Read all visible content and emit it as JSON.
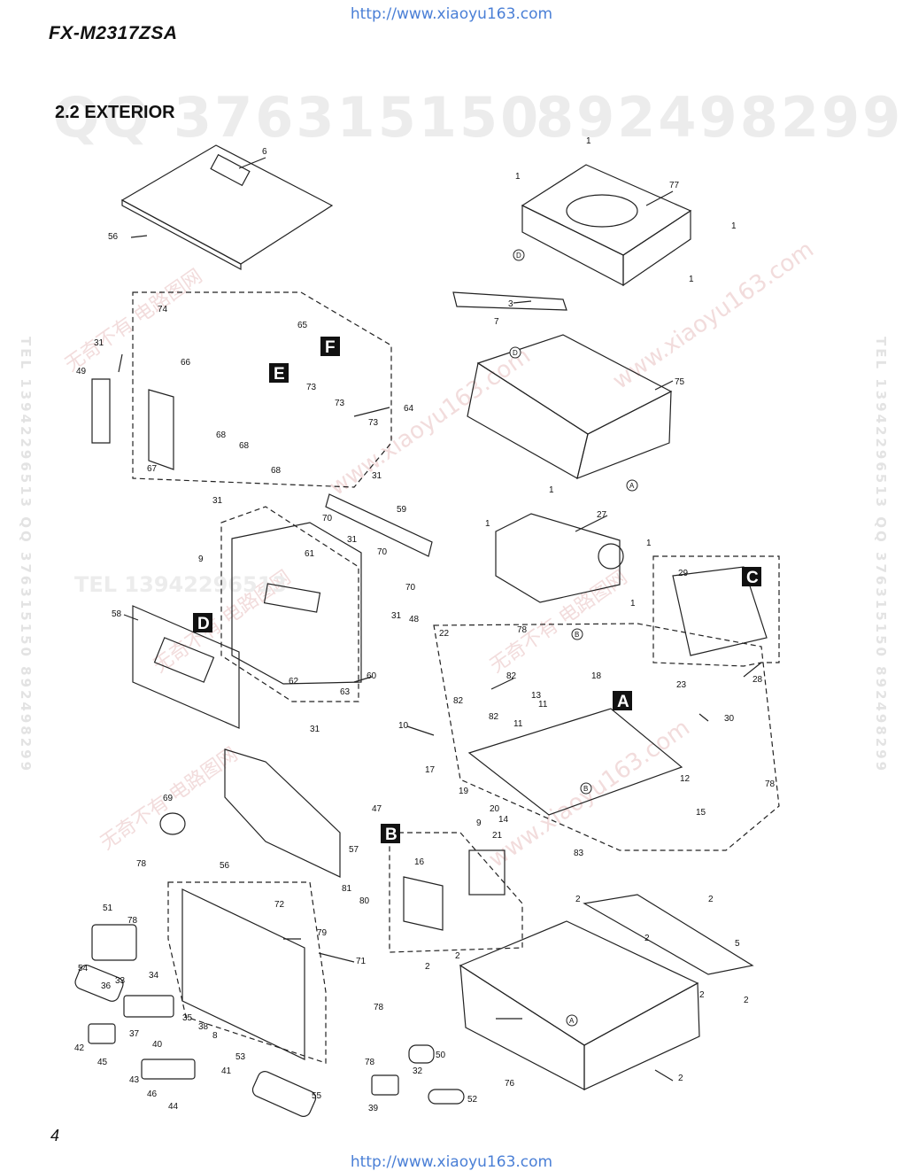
{
  "header": {
    "url_top": "http://www.xiaoyu163.com",
    "url_bottom": "http://www.xiaoyu163.com",
    "model": "FX-M2317ZSA",
    "section_title": "2.2 EXTERIOR",
    "page_number": "4"
  },
  "watermarks": {
    "qq_left": "QQ 376315150",
    "qq_right": "892498299",
    "tel_left": "TEL 13942296513",
    "side_vertical": "TEL 13942296513 QQ 376315150 892498299",
    "site": "www.xiaoyu163.com",
    "cn_tag": "无奇不有 电路图网"
  },
  "diagram": {
    "group_letters": [
      "A",
      "B",
      "C",
      "D",
      "E",
      "F"
    ],
    "circle_refs": [
      "A",
      "B",
      "D"
    ],
    "callouts": [
      "1",
      "2",
      "3",
      "5",
      "6",
      "7",
      "8",
      "9",
      "10",
      "11",
      "12",
      "13",
      "14",
      "15",
      "16",
      "17",
      "18",
      "19",
      "20",
      "21",
      "22",
      "23",
      "27",
      "28",
      "29",
      "30",
      "31",
      "32",
      "33",
      "34",
      "35",
      "36",
      "37",
      "38",
      "39",
      "40",
      "41",
      "42",
      "43",
      "44",
      "45",
      "46",
      "47",
      "48",
      "49",
      "50",
      "51",
      "52",
      "53",
      "54",
      "55",
      "56",
      "57",
      "58",
      "59",
      "60",
      "61",
      "62",
      "63",
      "64",
      "65",
      "66",
      "67",
      "68",
      "69",
      "70",
      "71",
      "72",
      "73",
      "74",
      "75",
      "76",
      "77",
      "78",
      "79",
      "80",
      "81",
      "82",
      "83"
    ]
  },
  "colors": {
    "line": "#222222",
    "watermark_red": "#f2dcdc",
    "url_blue": "#4a7fd6"
  }
}
